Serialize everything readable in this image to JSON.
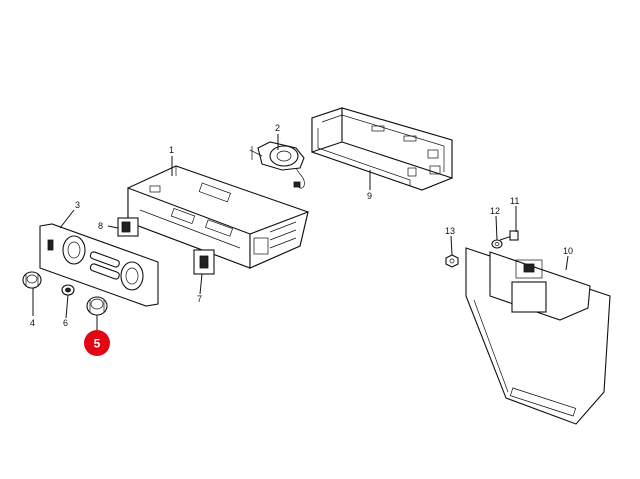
{
  "callouts": [
    {
      "id": "c1",
      "text": "1"
    },
    {
      "id": "c2",
      "text": "2"
    },
    {
      "id": "c3",
      "text": "3"
    },
    {
      "id": "c4",
      "text": "4"
    },
    {
      "id": "c6",
      "text": "6"
    },
    {
      "id": "c7",
      "text": "7"
    },
    {
      "id": "c8",
      "text": "8"
    },
    {
      "id": "c9",
      "text": "9"
    },
    {
      "id": "c10",
      "text": "10"
    },
    {
      "id": "c11",
      "text": "11"
    },
    {
      "id": "c12",
      "text": "12"
    },
    {
      "id": "c13",
      "text": "13"
    }
  ],
  "highlight": {
    "text": "5",
    "color": "#e30613"
  },
  "line_color": "#111111",
  "background": "#ffffff"
}
